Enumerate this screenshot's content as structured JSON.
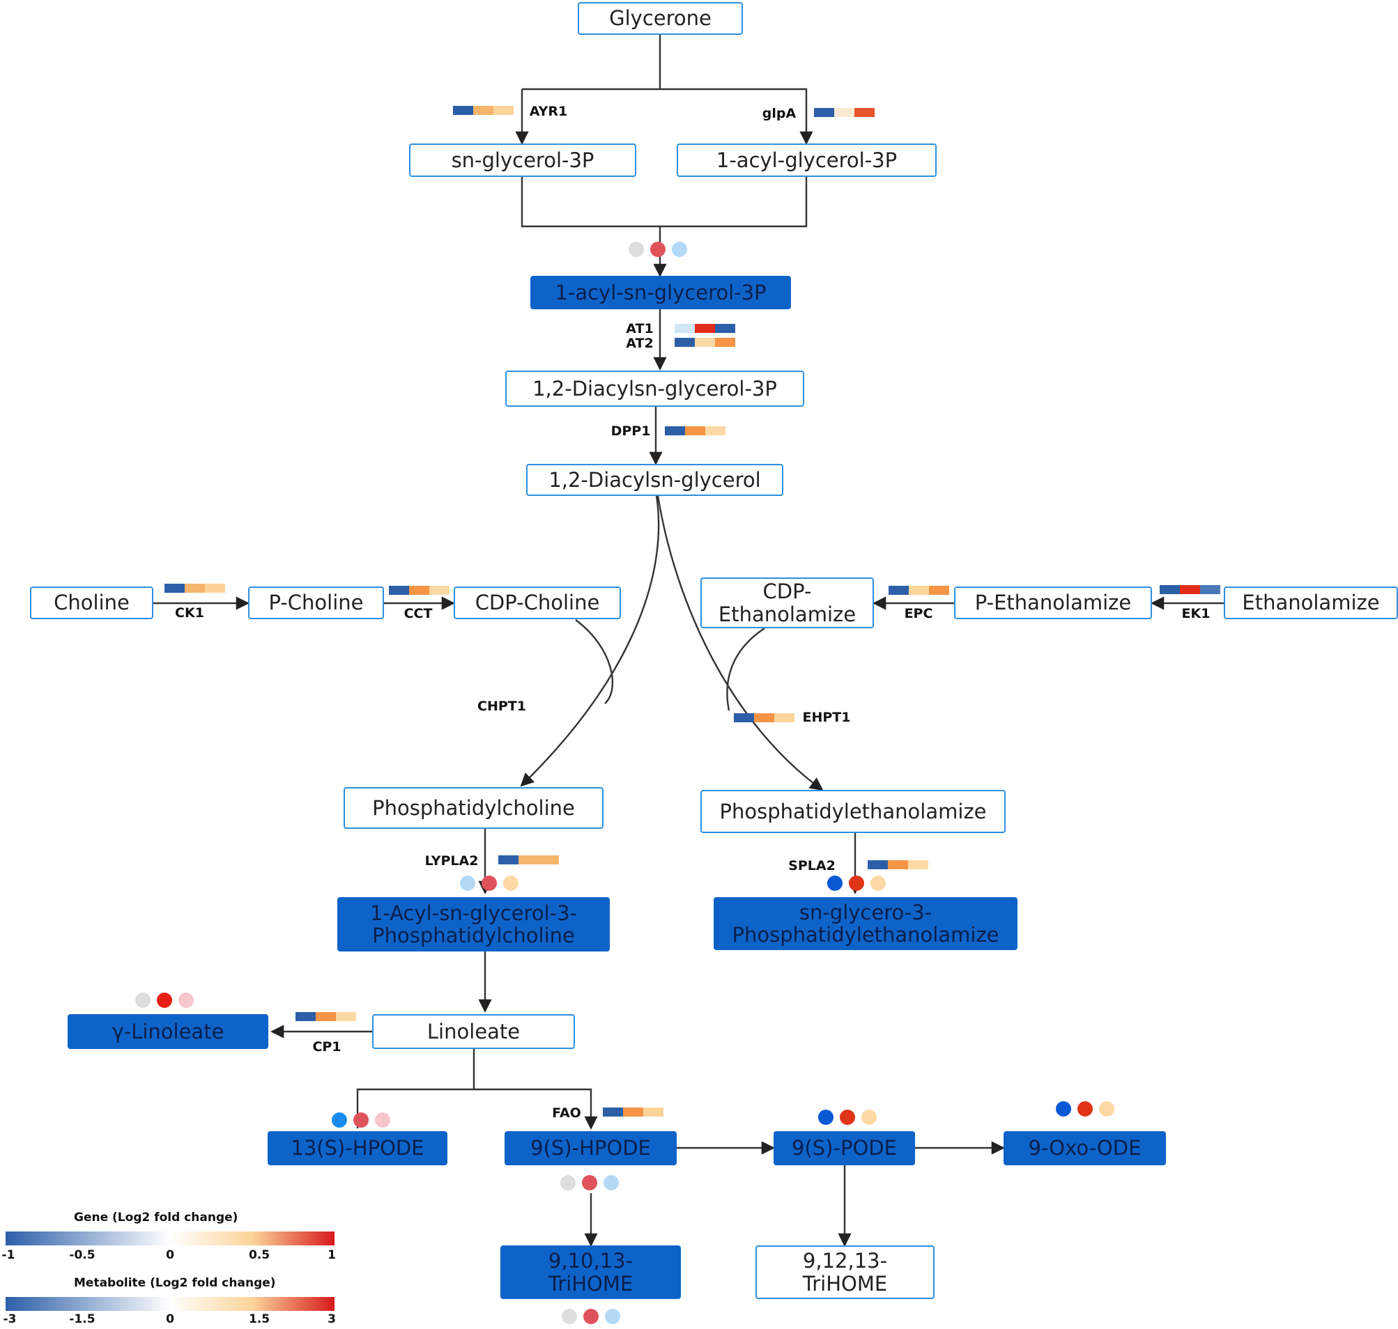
{
  "nodes": {
    "glycerone": "Glycerone",
    "sn_glycerol_3p": "sn-glycerol-3P",
    "acyl_glycerol_3p": "1-acyl-glycerol-3P",
    "acyl_sn_glycerol_3p": "1-acyl-sn-glycerol-3P",
    "diacylsn_glycerol_3p": "1,2-Diacylsn-glycerol-3P",
    "diacylsn_glycerol": "1,2-Diacylsn-glycerol",
    "choline": "Choline",
    "p_choline": "P-Choline",
    "cdp_choline": "CDP-Choline",
    "cdp_ethanolamize": "CDP-\nEthanolamize",
    "p_ethanolamize": "P-Ethanolamize",
    "ethanolamize": "Ethanolamize",
    "phosphatidylcholine": "Phosphatidylcholine",
    "phosphatidylethanolamize": "Phosphatidylethanolamize",
    "acyl_sn_glycerol_3_phosphatidylcholine": "1-Acyl-sn-glycerol-3-\nPhosphatidylcholine",
    "sn_glycero_3_phosphatidylethanolamize": "sn-glycero-3-\nPhosphatidylethanolamize",
    "gamma_linoleate": "γ-Linoleate",
    "linoleate": "Linoleate",
    "hpode_13s": "13(S)-HPODE",
    "hpode_9s": "9(S)-HPODE",
    "pode_9s": "9(S)-PODE",
    "oxo_ode_9": "9-Oxo-ODE",
    "trihome_9_10_13": "9,10,13-\nTriHOME",
    "trihome_9_12_13": "9,12,13-\nTriHOME"
  },
  "enzymes": {
    "ayr1": "AYR1",
    "glpa": "glpA",
    "at1": "AT1",
    "at2": "AT2",
    "dpp1": "DPP1",
    "ck1": "CK1",
    "cct": "CCT",
    "epc": "EPC",
    "ek1": "EK1",
    "chpt1": "CHPT1",
    "ehpt1": "EHPT1",
    "lypla2": "LYPLA2",
    "spla2": "SPLA2",
    "cp1": "CP1",
    "fao": "FAO"
  },
  "gene_expression": {
    "ayr1": [
      "#2c5fa8",
      "#f6b56a",
      "#fcd49a"
    ],
    "glpa": [
      "#2c5fa8",
      "#fbead3",
      "#e8542c"
    ],
    "at1": [
      "#cfe6f6",
      "#e22c1e",
      "#2c5fa8"
    ],
    "at2": [
      "#2c5fa8",
      "#fcd9a4",
      "#f59545"
    ],
    "dpp1": [
      "#2c5fa8",
      "#f59545",
      "#fcd9a4"
    ],
    "ck1": [
      "#2c5fa8",
      "#f6b56a",
      "#fcd49a"
    ],
    "cct": [
      "#2c5fa8",
      "#f59545",
      "#fcd9a4"
    ],
    "epc": [
      "#2c5fa8",
      "#fcd49a",
      "#f59545"
    ],
    "ek1": [
      "#2c5fa8",
      "#e22c1e",
      "#4a79b8"
    ],
    "ehpt1": [
      "#2c5fa8",
      "#f59545",
      "#fcd49a"
    ],
    "lypla2": [
      "#2c5fa8",
      "#f6b56a",
      "#f6b56a"
    ],
    "spla2": [
      "#2c5fa8",
      "#f59545",
      "#fcd9a4"
    ],
    "cp1": [
      "#2c5fa8",
      "#f59545",
      "#fcd9a4"
    ],
    "fao": [
      "#2c5fa8",
      "#f59545",
      "#fcd49a"
    ]
  },
  "metabolite_expression": {
    "acyl_sn_glycerol_3p": [
      "#dddddd",
      "#e0525a",
      "#b3d9f7"
    ],
    "acyl_sn_glycerol_3_phosphatidylcholine": [
      "#b3d9f7",
      "#e0525a",
      "#fcd9a4"
    ],
    "sn_glycero_3_phosphatidylethanolamize": [
      "#0b58d4",
      "#e03418",
      "#fcd9a4"
    ],
    "gamma_linoleate": [
      "#dddddd",
      "#e81f16",
      "#f6c6cc"
    ],
    "hpode_13s": [
      "#1a8cf0",
      "#e0525a",
      "#f6c6cc"
    ],
    "pode_9s": [
      "#0b58d4",
      "#e03418",
      "#fcd9a4"
    ],
    "oxo_ode_9": [
      "#0b58d4",
      "#e03418",
      "#fcd9a4"
    ],
    "hpode_9s": [
      "#dddddd",
      "#e0525a",
      "#b3d9f7"
    ],
    "trihome_9_10_13": [
      "#dddddd",
      "#e0525a",
      "#b3d9f7"
    ]
  },
  "legend": {
    "gene": {
      "title": "Gene (Log2 fold change)",
      "ticks": [
        "-1",
        "-0.5",
        "0",
        "0.5",
        "1"
      ],
      "colors": [
        "#2c5fa8",
        "#ffffff",
        "#fcd49a",
        "#d7191c"
      ]
    },
    "metabolite": {
      "title": "Metabolite (Log2 fold change)",
      "ticks": [
        "-3",
        "-1.5",
        "0",
        "1.5",
        "3"
      ],
      "colors": [
        "#2c5fa8",
        "#ffffff",
        "#fcd49a",
        "#d7191c"
      ]
    }
  }
}
